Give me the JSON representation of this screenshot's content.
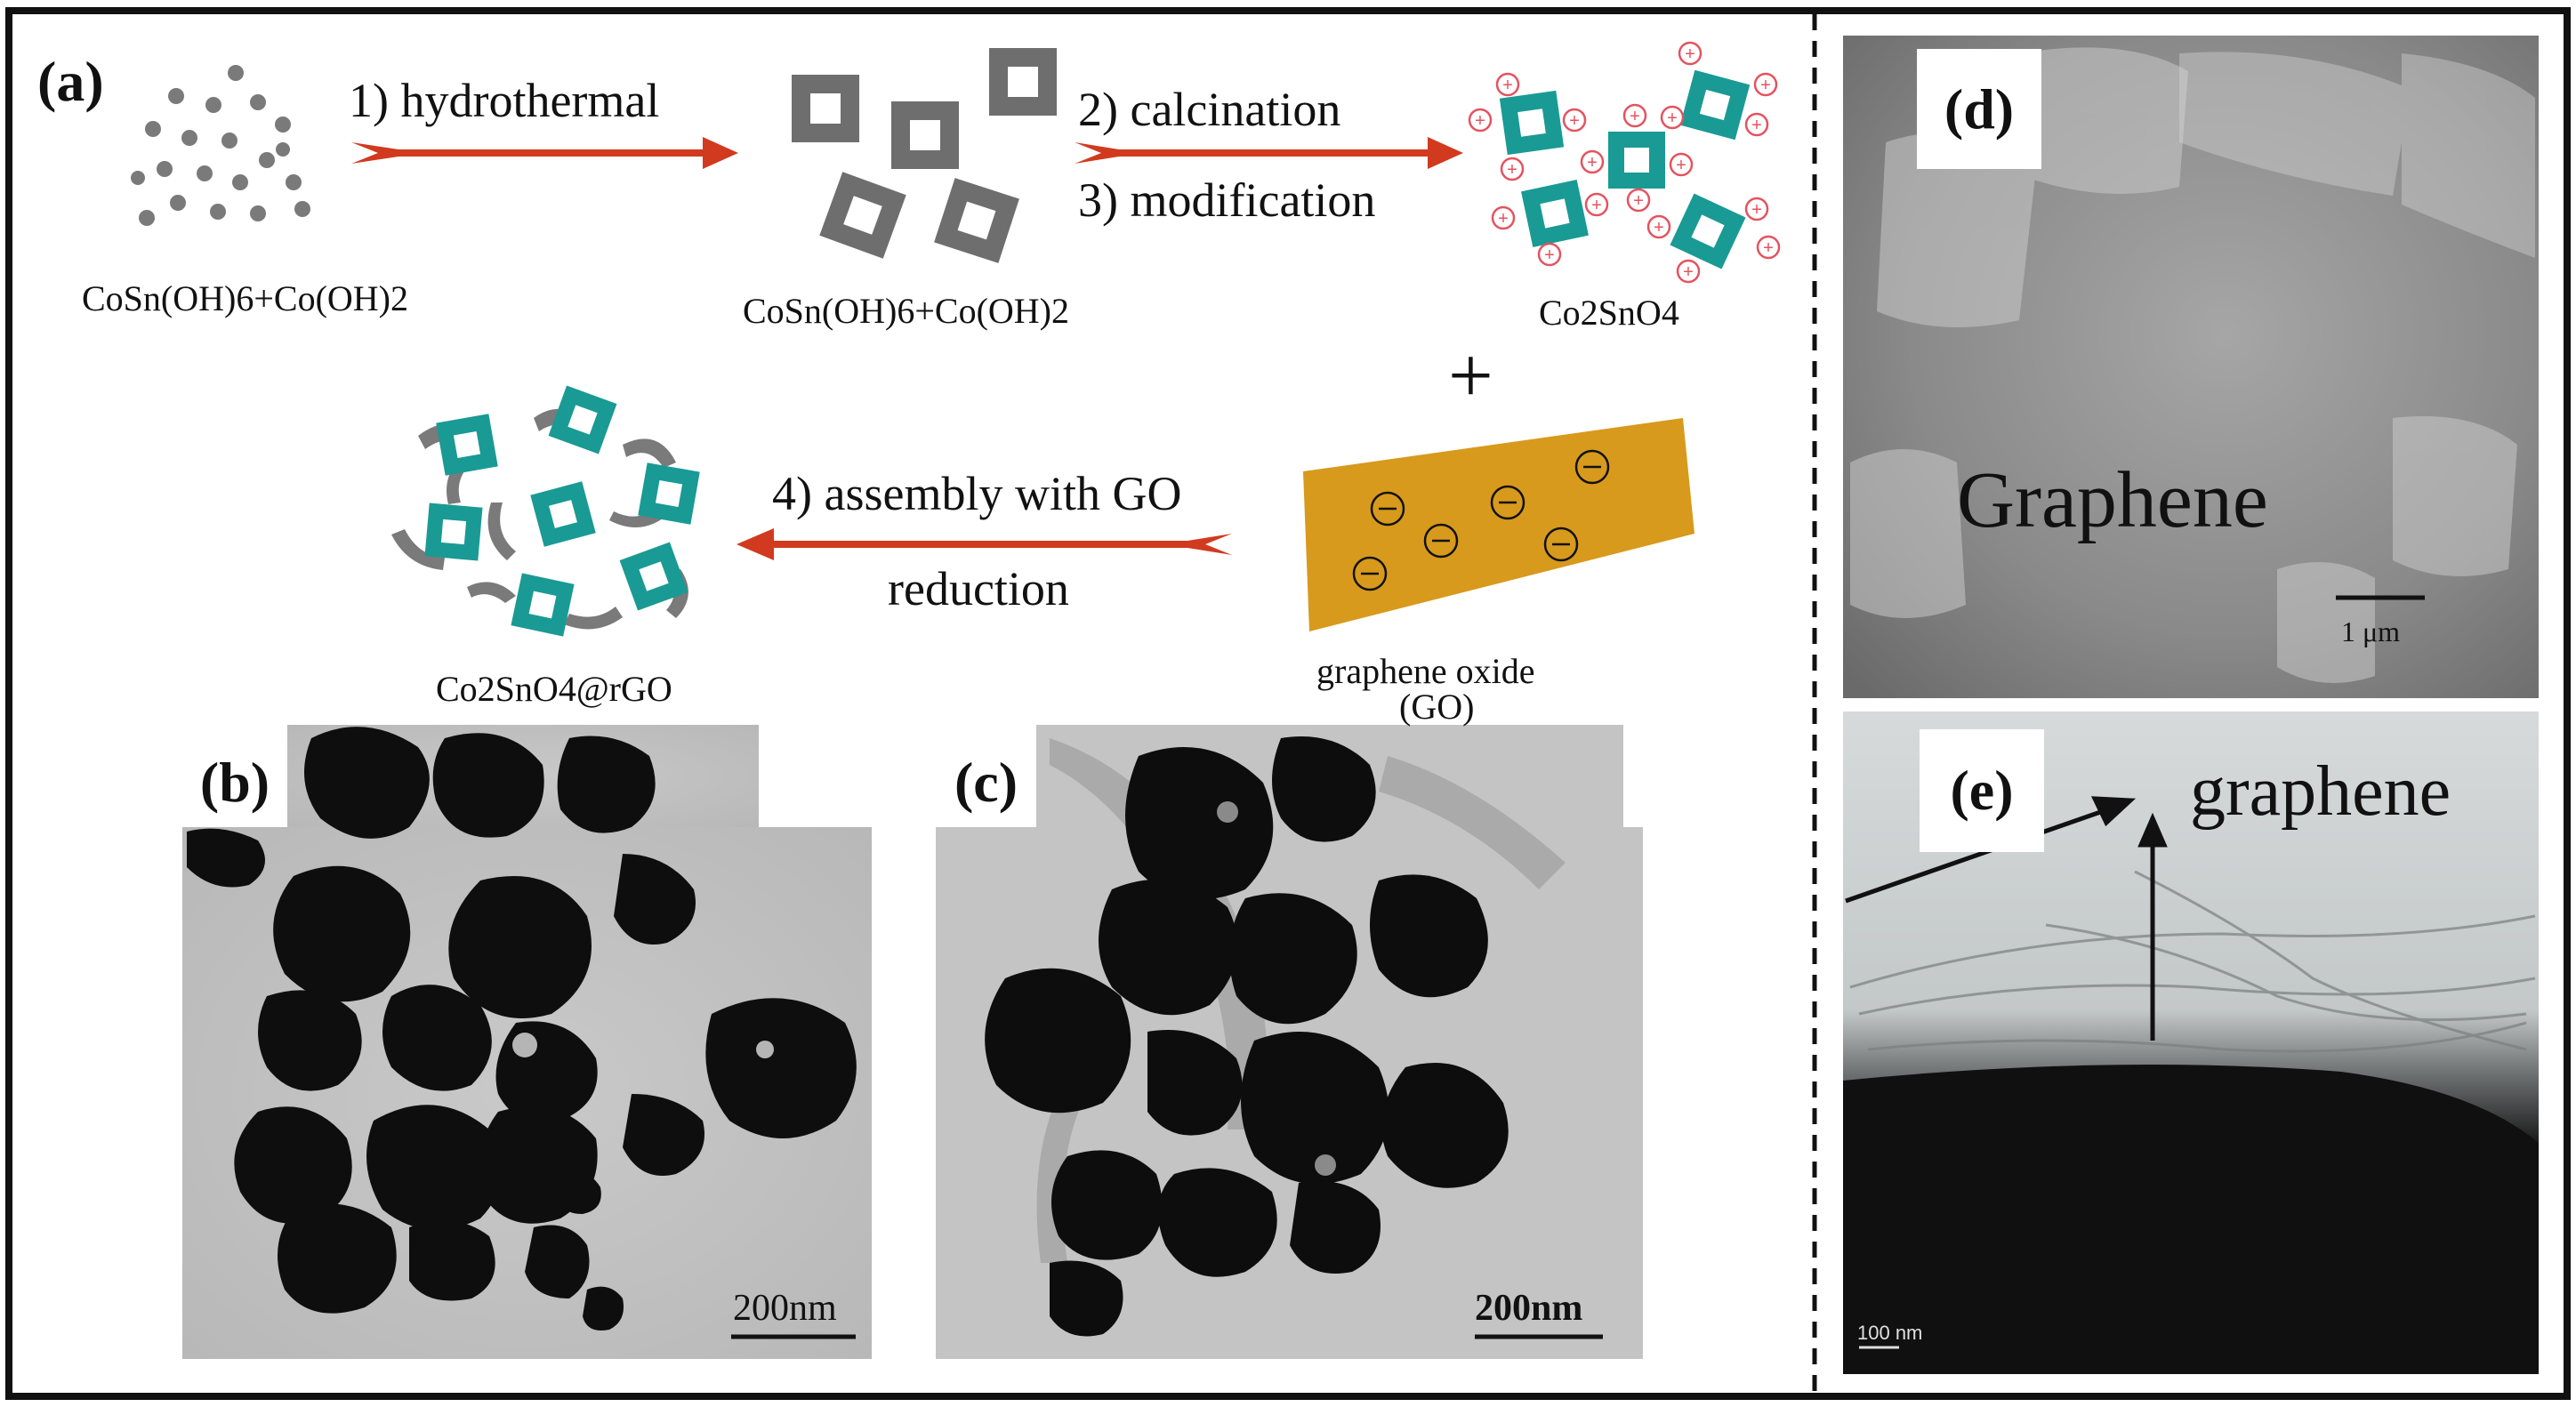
{
  "panels": {
    "a": "(a)",
    "b": "(b)",
    "c": "(c)",
    "d": "(d)",
    "e": "(e)"
  },
  "schematic": {
    "precursor_label": "CoSn(OH)6+Co(OH)2",
    "cubes_label": "CoSn(OH)6+Co(OH)2",
    "step1": "1) hydrothermal",
    "step2": "2) calcination",
    "step3": "3) modification",
    "co2sno4_label": "Co2SnO4",
    "plus_sign": "+",
    "go_label_line1": "graphene oxide",
    "go_label_line2": "(GO)",
    "step4": "4) assembly with GO",
    "step4b": "reduction",
    "product_label": "Co2SnO4@rGO",
    "positive_charge": "+",
    "negative_charge": "−"
  },
  "micrographs": {
    "b_scale": "200nm",
    "c_scale": "200nm",
    "d_scale": "1 μm",
    "d_annotation": "Graphene",
    "e_scale": "100 nm",
    "e_annotation": "graphene"
  },
  "colors": {
    "arrow_red": "#d13a1f",
    "cube_teal": "#1a9a94",
    "cube_gray": "#6e6e6e",
    "go_sheet": "#d79a1c",
    "charge_pink": "#e4535f"
  }
}
